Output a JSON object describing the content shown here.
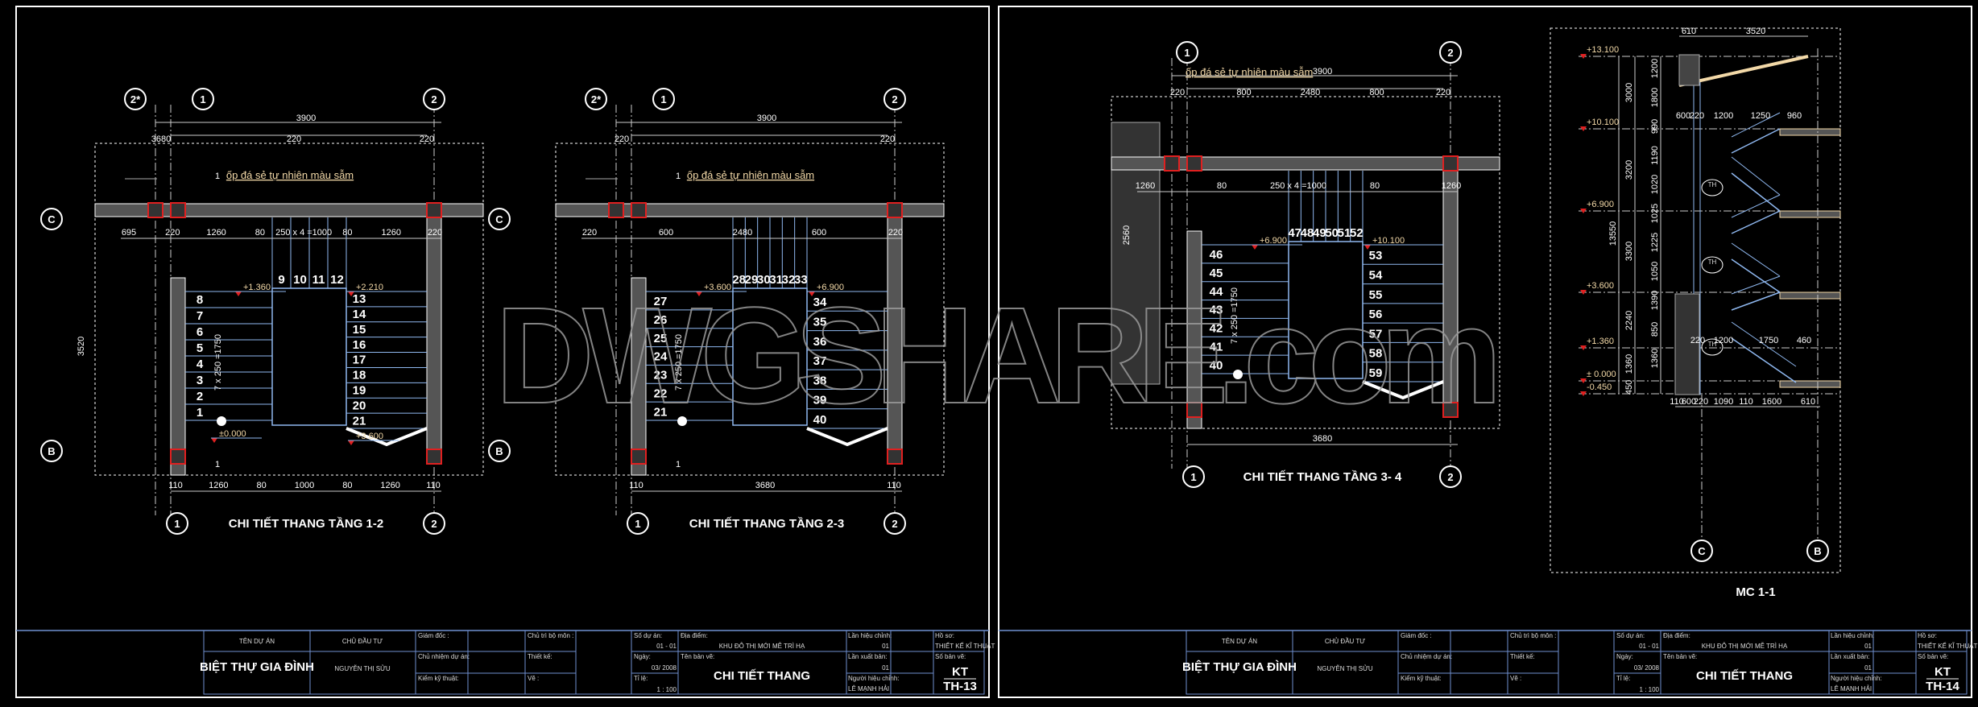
{
  "watermark": "DWGSHARE.com",
  "colors": {
    "background": "#000000",
    "frame": "#ffffff",
    "grid_line": "#6f8fd0",
    "column": "#e02020",
    "stair_line": "#8fb8f0",
    "elevation_text": "#f3d9a8"
  },
  "note": "ốp đá sẻ tự nhiên màu sẫm",
  "plans": [
    {
      "title": "CHI TIẾT THANG TẦNG 1-2",
      "grid_top": [
        "2*",
        "1",
        "2"
      ],
      "grid_bottom": [
        "1",
        "2"
      ],
      "grid_side": [
        "C",
        "B"
      ],
      "steps_left": [
        "8",
        "7",
        "6",
        "5",
        "4",
        "3",
        "2",
        "1"
      ],
      "steps_top": [
        "9",
        "10",
        "11",
        "12"
      ],
      "steps_right": [
        "13",
        "14",
        "15",
        "16",
        "17",
        "18",
        "19",
        "20",
        "21"
      ],
      "dims_top": [
        "3900",
        "3680",
        "220",
        "220"
      ],
      "dims_mid": [
        "695",
        "220",
        "1260",
        "80",
        "250 x 4 =1000",
        "80",
        "1260",
        "220"
      ],
      "dims_bottom": [
        "110",
        "1260",
        "80",
        "1000",
        "80",
        "1260",
        "110"
      ],
      "dim_side": "3520",
      "dim_flight": "7 x 250 =1750",
      "elevations": [
        "+1.360",
        "+2.210",
        "±0.000",
        "+3.600"
      ],
      "section_mark": "1"
    },
    {
      "title": "CHI TIẾT THANG TẦNG 2-3",
      "grid_top": [
        "2*",
        "1",
        "2"
      ],
      "grid_bottom": [
        "1",
        "2"
      ],
      "steps_left": [
        "27",
        "26",
        "25",
        "24",
        "23",
        "22",
        "21"
      ],
      "steps_top": [
        "28",
        "29",
        "30",
        "31",
        "32",
        "33"
      ],
      "steps_right": [
        "34",
        "35",
        "36",
        "37",
        "38",
        "39",
        "40"
      ],
      "dims_top": [
        "3900",
        "220",
        "220"
      ],
      "dims_mid": [
        "220",
        "600",
        "2480",
        "600",
        "220"
      ],
      "dims_bottom": [
        "110",
        "3680",
        "110"
      ],
      "dim_flight": "7 x 250 =1750",
      "elevations": [
        "+3.600",
        "+6.900"
      ],
      "section_mark": "1"
    },
    {
      "title": "CHI TIẾT THANG TẦNG 3- 4",
      "grid_top": [
        "1",
        "2"
      ],
      "grid_bottom": [
        "1",
        "2"
      ],
      "steps_left": [
        "46",
        "45",
        "44",
        "43",
        "42",
        "41",
        "40"
      ],
      "steps_top": [
        "47",
        "48",
        "49",
        "50",
        "51",
        "52"
      ],
      "steps_right": [
        "53",
        "54",
        "55",
        "56",
        "57",
        "58",
        "59"
      ],
      "dims_top": [
        "3900",
        "220",
        "800",
        "2480",
        "800",
        "220"
      ],
      "dims_mid": [
        "1260",
        "80",
        "250 x 4 =1000",
        "80",
        "1260"
      ],
      "dims_bottom": [
        "3680"
      ],
      "dim_side": "2560",
      "dim_flight": "7 x 250 =1750",
      "elevations": [
        "+6.900",
        "+10.100"
      ]
    }
  ],
  "section": {
    "title": "MC 1-1",
    "elevations": [
      "+13.100",
      "+10.100",
      "+6.900",
      "+3.600",
      "+1.360",
      "± 0.000",
      "-0.450"
    ],
    "dims_total": "13550",
    "dims_floors": [
      "3000",
      "3200",
      "3300",
      "2240",
      "1360",
      "450"
    ],
    "dims_flights": [
      "1200",
      "1800",
      "990",
      "1190",
      "1020",
      "1025",
      "1225",
      "1050",
      "1390",
      "850",
      "1360"
    ],
    "dims_top": [
      "610",
      "3520"
    ],
    "dims_landing": [
      "600",
      "220",
      "1200",
      "1250",
      "960"
    ],
    "dims_landing_low": [
      "220",
      "1200",
      "1750",
      "460"
    ],
    "dims_bottom": [
      "110",
      "600",
      "220",
      "1090",
      "110",
      "1600",
      "610"
    ],
    "grid": [
      "C",
      "B"
    ],
    "tag": "TH"
  },
  "title_blocks": [
    {
      "project_label": "TÊN DỰ ÁN",
      "project": "BIỆT THỰ GIA ĐÌNH",
      "owner_label": "CHỦ ĐẦU TƯ",
      "owner": "NGUYỄN THỊ SỬU",
      "director": "Giám đốc :",
      "project_manager": "Chủ nhiệm dự án:",
      "tech_check": "Kiểm kỹ thuật:",
      "dept_head": "Chủ trì bộ môn :",
      "designer": "Thiết kế:",
      "drafter": "Vẽ :",
      "project_no_label": "Số dự án:",
      "project_no": "01 - 01",
      "date_label": "Ngày:",
      "date": "03/ 2008",
      "scale_label": "Tỉ lệ:",
      "scale": "1 : 100",
      "location_label": "Địa điểm:",
      "location": "KHU ĐÔ THỊ MỚI MỄ TRÌ HẠ",
      "drawing_name_label": "Tên bản vẽ:",
      "drawing_name": "CHI TIẾT THANG",
      "revision_label": "Lần hiệu chỉnh:",
      "revision": "01",
      "issue_label": "Lần xuất bản:",
      "issue": "01",
      "reviser_label": "Người hiệu chỉnh:",
      "reviser": "LÊ MẠNH HẢI",
      "file_label": "Hồ sơ:",
      "file": "THIẾT KẾ KĨ THUẬT",
      "sheet_label": "Số bản vẽ:",
      "sheet_code": "KT",
      "sheet_no": "TH-13"
    },
    {
      "project_label": "TÊN DỰ ÁN",
      "project": "BIỆT THỰ GIA ĐÌNH",
      "owner_label": "CHỦ ĐẦU TƯ",
      "owner": "NGUYỄN THỊ SỬU",
      "director": "Giám đốc :",
      "project_manager": "Chủ nhiệm dự án:",
      "tech_check": "Kiểm kỹ thuật:",
      "dept_head": "Chủ trì bộ môn :",
      "designer": "Thiết kế:",
      "drafter": "Vẽ :",
      "project_no_label": "Số dự án:",
      "project_no": "01 - 01",
      "date_label": "Ngày:",
      "date": "03/ 2008",
      "scale_label": "Tỉ lệ:",
      "scale": "1 : 100",
      "location_label": "Địa điểm:",
      "location": "KHU ĐÔ THỊ MỚI MỄ TRÌ HẠ",
      "drawing_name_label": "Tên bản vẽ:",
      "drawing_name": "CHI TIẾT THANG",
      "revision_label": "Lần hiệu chỉnh:",
      "revision": "01",
      "issue_label": "Lần xuất bản:",
      "issue": "01",
      "reviser_label": "Người hiệu chỉnh:",
      "reviser": "LÊ MẠNH HẢI",
      "file_label": "Hồ sơ:",
      "file": "THIẾT KẾ KĨ THUẬT",
      "sheet_label": "Số bản vẽ:",
      "sheet_code": "KT",
      "sheet_no": "TH-14"
    }
  ]
}
